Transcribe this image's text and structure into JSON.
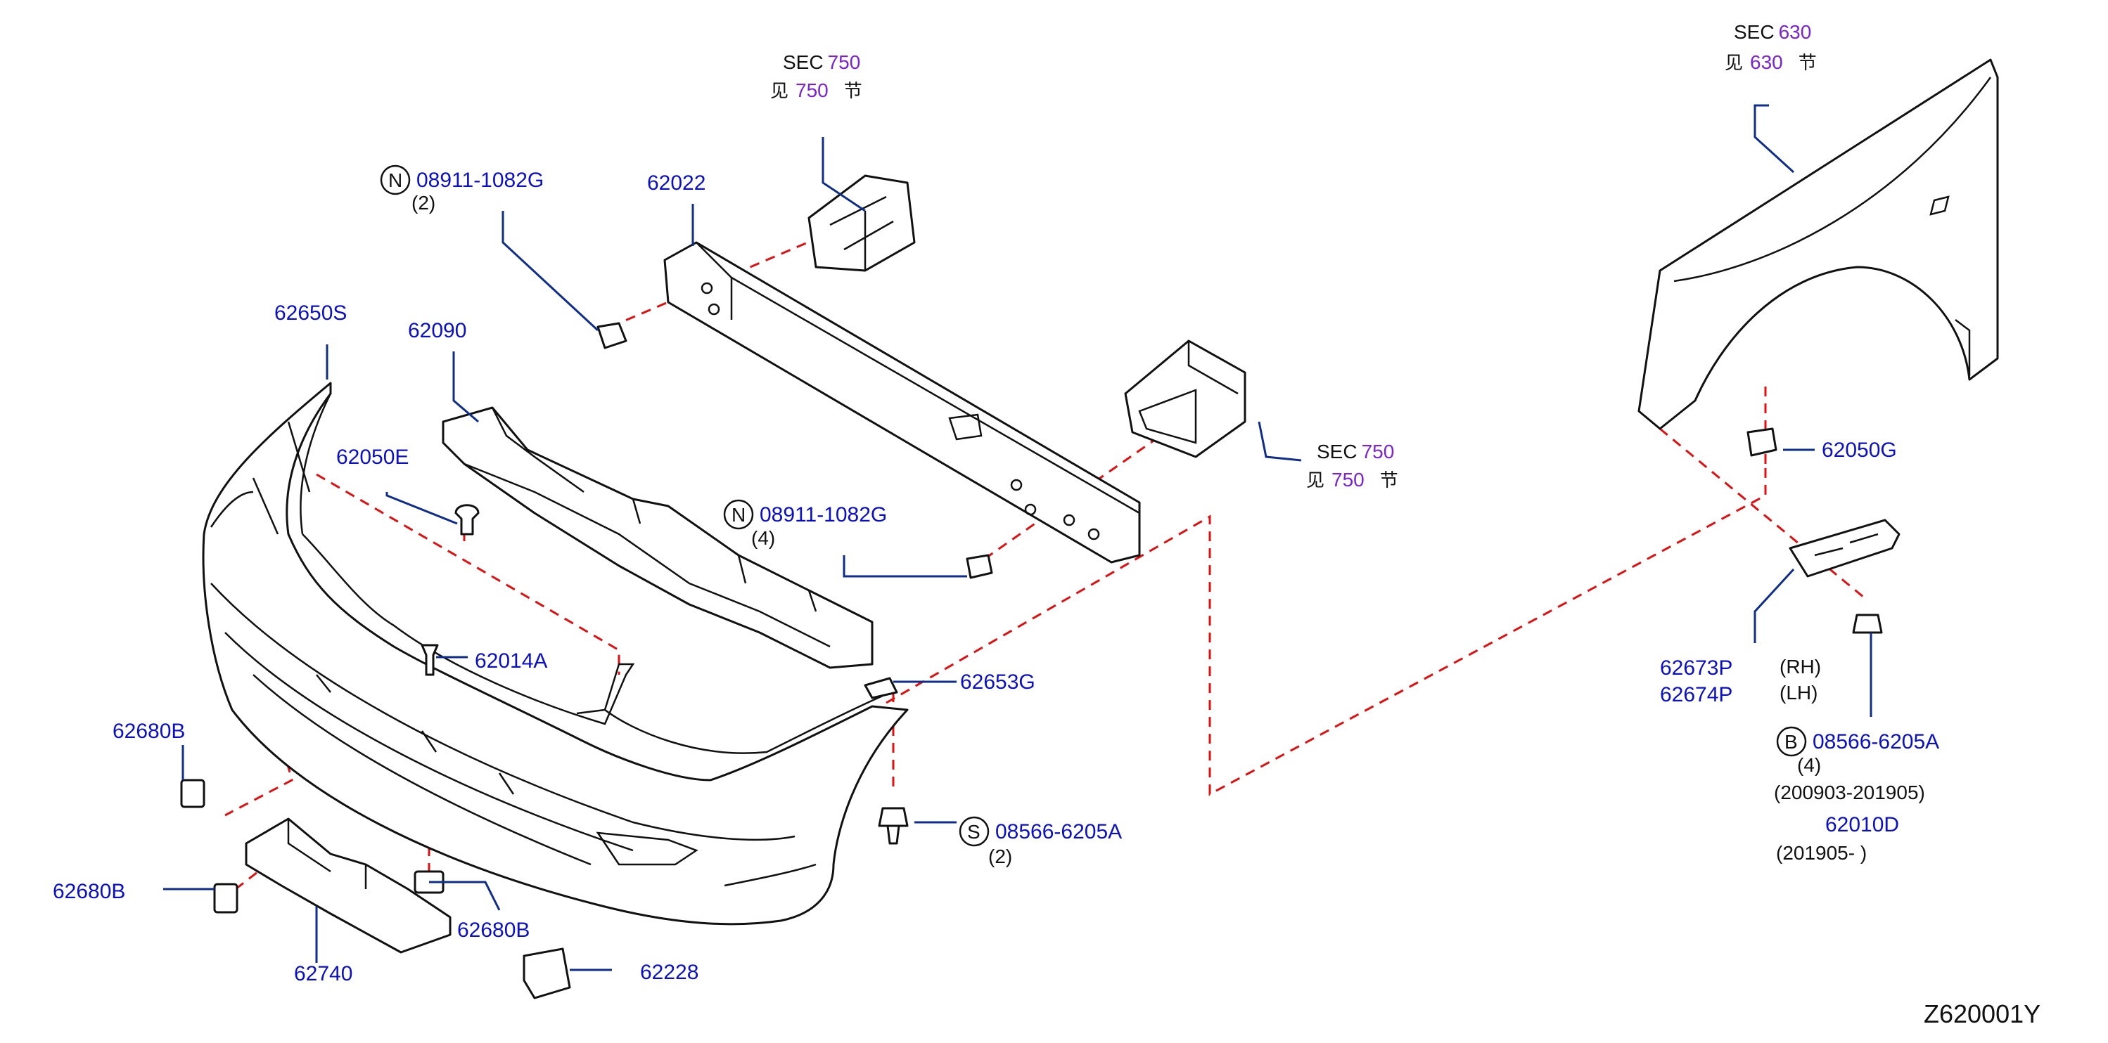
{
  "diagram_code": "Z620001Y",
  "sec_refs": [
    {
      "sec_prefix": "SEC",
      "sec_number": "750",
      "cn_prefix": "见",
      "cn_number": "750",
      "cn_suffix": "节"
    },
    {
      "sec_prefix": "SEC",
      "sec_number": "750",
      "cn_prefix": "见",
      "cn_number": "750",
      "cn_suffix": "节"
    },
    {
      "sec_prefix": "SEC",
      "sec_number": "630",
      "cn_prefix": "见",
      "cn_number": "630",
      "cn_suffix": "节"
    }
  ],
  "parts": {
    "p62022": "62022",
    "p62090": "62090",
    "p62650S": "62650S",
    "p62050E": "62050E",
    "p62014A": "62014A",
    "p62653G": "62653G",
    "p62680B_1": "62680B",
    "p62680B_2": "62680B",
    "p62680B_3": "62680B",
    "p62740": "62740",
    "p62228": "62228",
    "p62050G": "62050G",
    "p62673P": "62673P",
    "p62674P": "62674P",
    "p62010D": "62010D"
  },
  "fasteners": {
    "n_top": {
      "badge": "N",
      "code": "08911-1082G",
      "qty": "(2)"
    },
    "n_mid": {
      "badge": "N",
      "code": "08911-1082G",
      "qty": "(4)"
    },
    "s_bolt": {
      "badge": "S",
      "code": "08566-6205A",
      "qty": "(2)"
    },
    "b_bolt": {
      "badge": "B",
      "code": "08566-6205A",
      "qty": "(4)",
      "date_range": "(200903-201905)"
    }
  },
  "side_notes": {
    "rh": "(RH)",
    "lh": "(LH)",
    "p62010D_date": "(201905-         )"
  },
  "colors": {
    "part_number": "#0a10c9",
    "section_number": "#7a22d6",
    "leader_line": "#0e2d8c",
    "dashed_connector": "#e01010",
    "line_art": "#111111"
  }
}
